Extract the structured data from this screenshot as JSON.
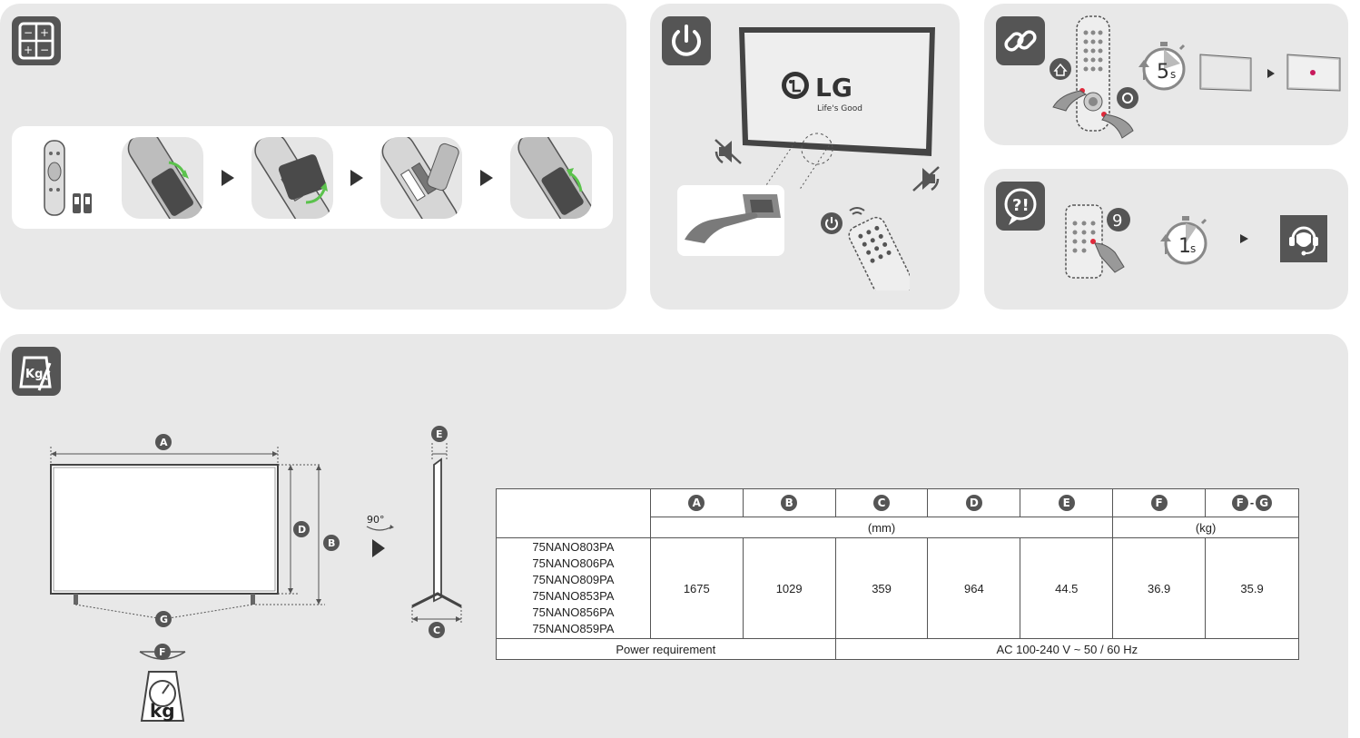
{
  "screen1": {
    "logo_text": "LG",
    "logo_tagline": "Life's Good"
  },
  "reset": {
    "hold_seconds": "5",
    "hold_unit": "s"
  },
  "help": {
    "button_number": "9",
    "hold_seconds": "1",
    "hold_unit": "s"
  },
  "dimensions": {
    "labels": [
      "A",
      "B",
      "C",
      "D",
      "E",
      "F",
      "G"
    ],
    "rotate_label": "90°",
    "scale_unit": "kg",
    "weight_icon_unit": "Kg"
  },
  "spec_table": {
    "headers": [
      "A",
      "B",
      "C",
      "D",
      "E",
      "F"
    ],
    "header_fg": {
      "from": "F",
      "to": "G",
      "sep": "-"
    },
    "unit_mm": "(mm)",
    "unit_kg": "(kg)",
    "models": [
      "75NANO803PA",
      "75NANO806PA",
      "75NANO809PA",
      "75NANO853PA",
      "75NANO856PA",
      "75NANO859PA"
    ],
    "values": [
      "1675",
      "1029",
      "359",
      "964",
      "44.5",
      "36.9",
      "35.9"
    ],
    "power_label": "Power requirement",
    "power_value": "AC 100-240 V ~ 50 / 60 Hz"
  },
  "colors": {
    "panel": "#e8e8e8",
    "icon": "#555555",
    "accent_green": "#5bc24c",
    "accent_red": "#e0283a",
    "lg_magenta": "#c8195c"
  }
}
